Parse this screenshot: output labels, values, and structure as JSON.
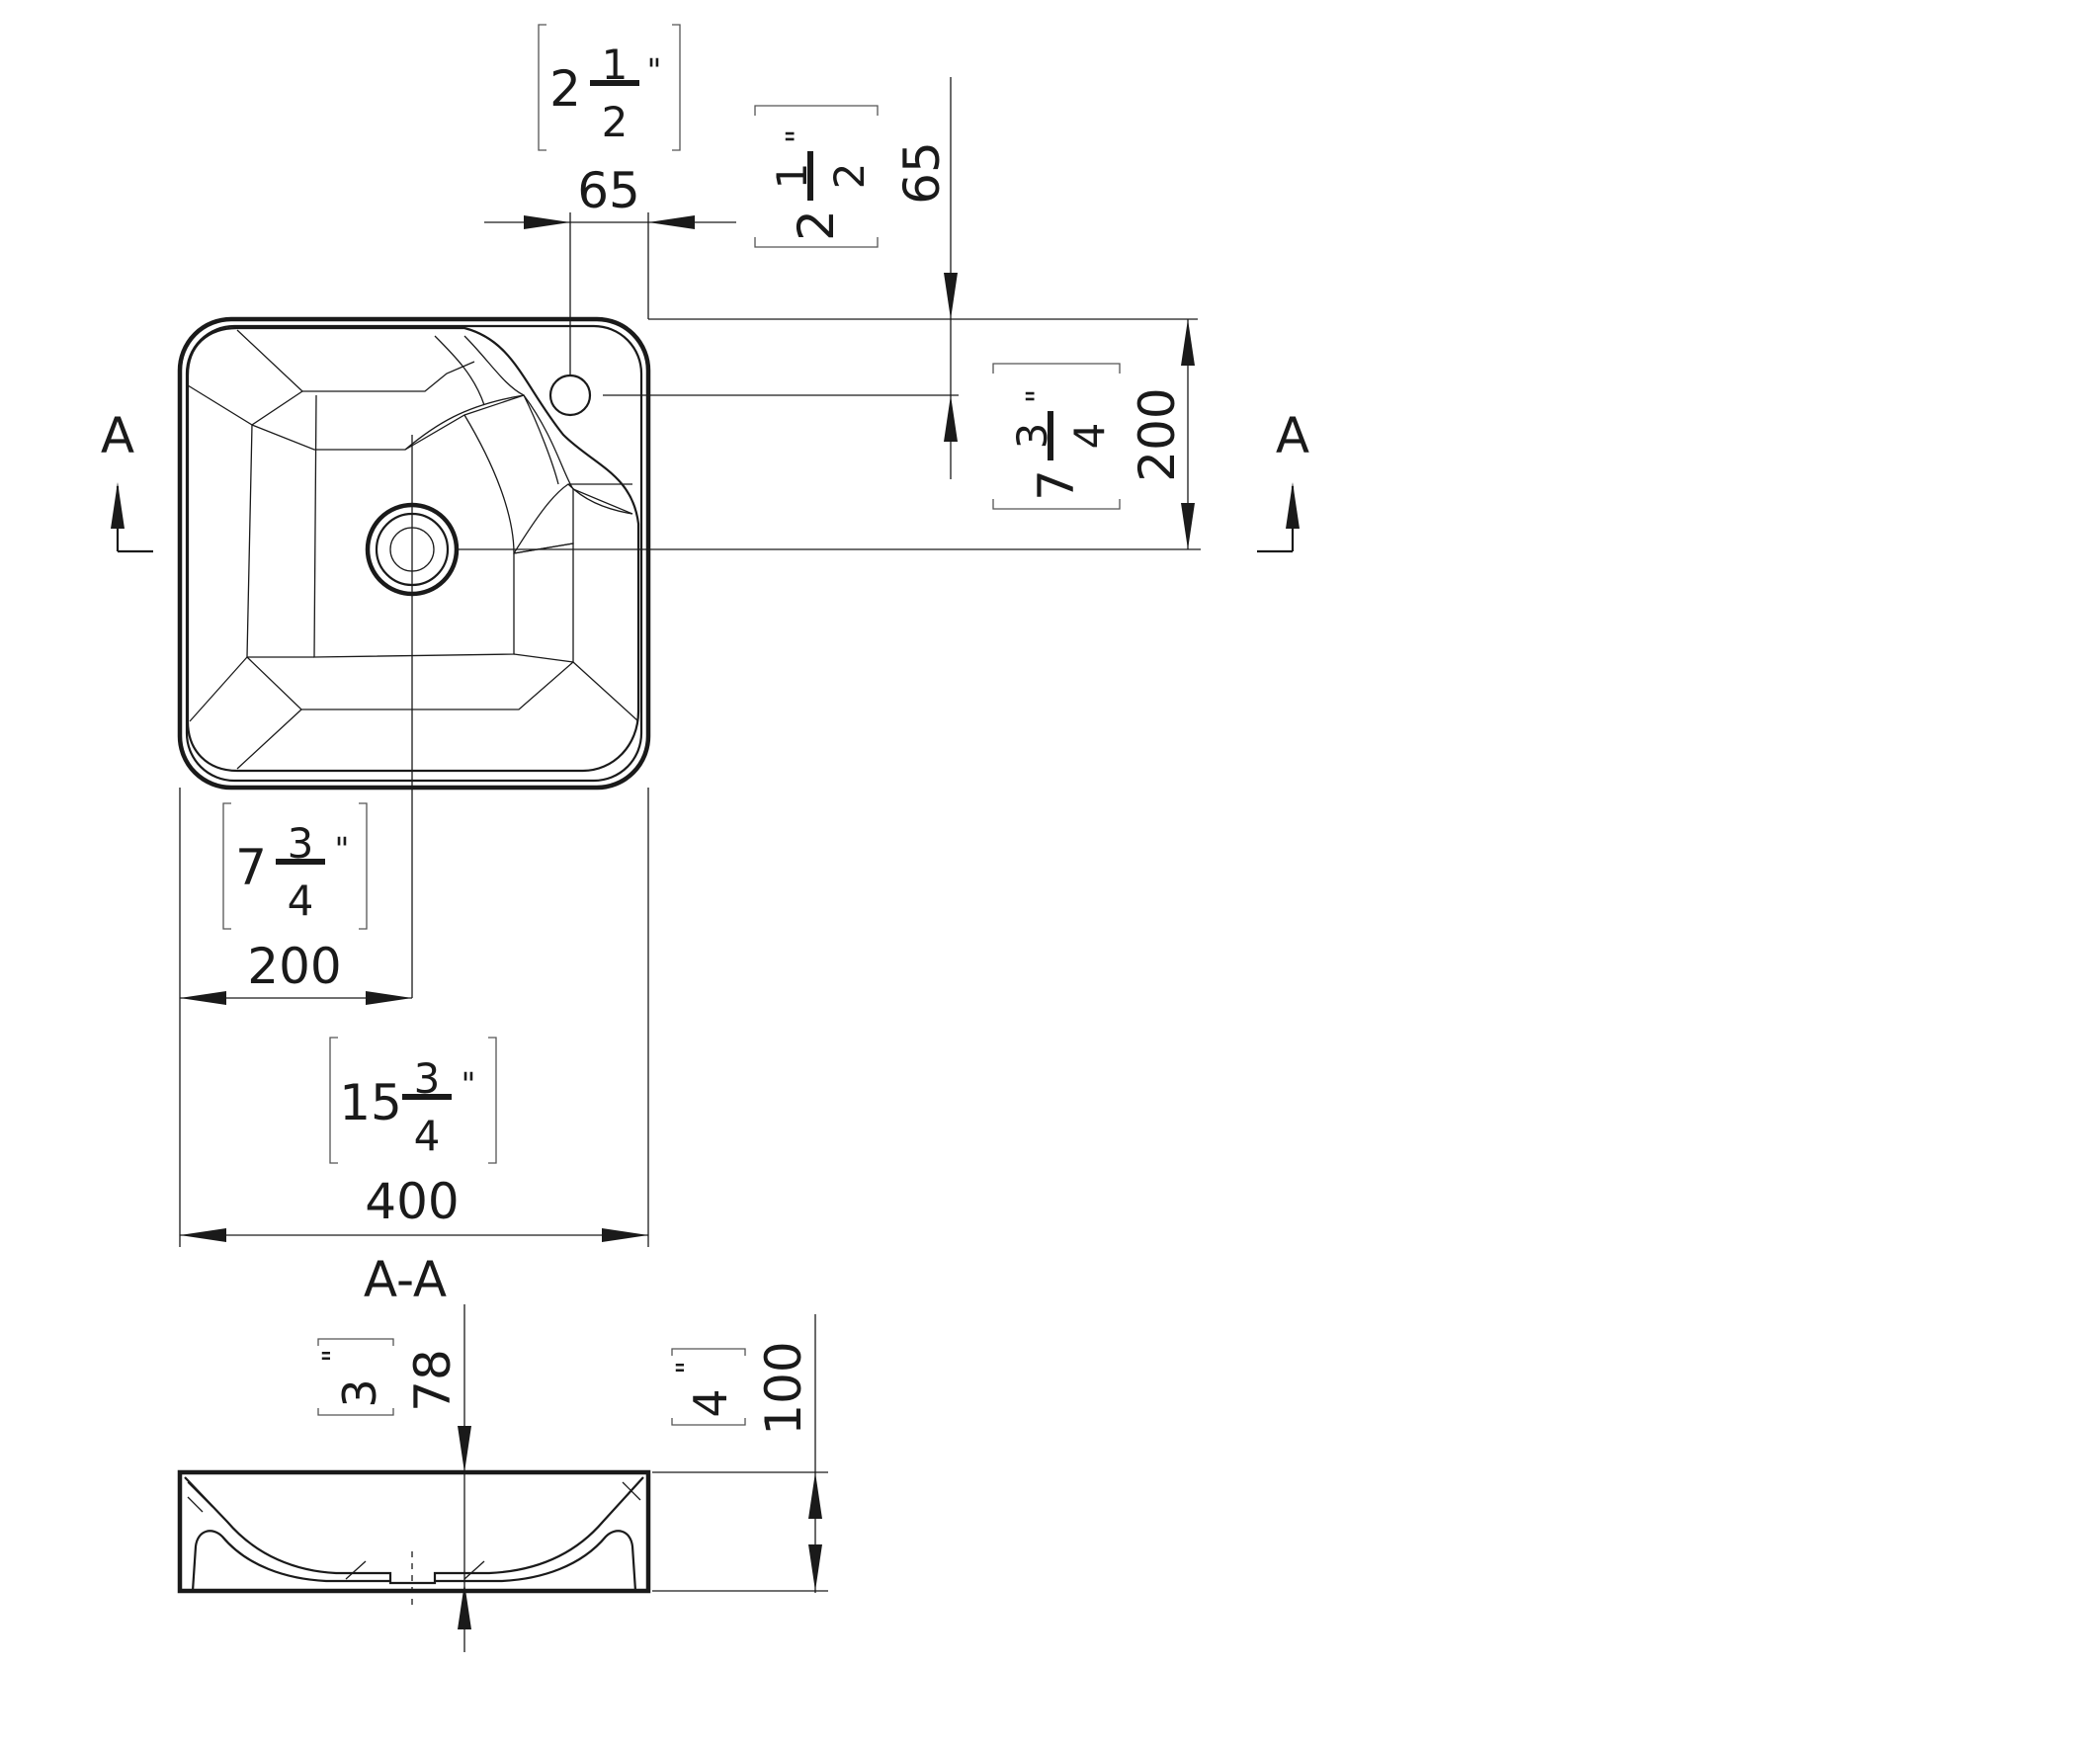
{
  "top_view": {
    "width_mm": "400",
    "width_in_whole": "15",
    "width_in_num": "3",
    "width_in_den": "4",
    "half_width_mm": "200",
    "half_width_in_whole": "7",
    "half_width_in_num": "3",
    "half_width_in_den": "4",
    "tap_offset_x_mm": "65",
    "tap_offset_x_in_whole": "2",
    "tap_offset_x_in_num": "1",
    "tap_offset_x_in_den": "2",
    "tap_offset_y_mm": "65",
    "tap_offset_y_in_whole": "2",
    "tap_offset_y_in_num": "1",
    "tap_offset_y_in_den": "2",
    "half_depth_mm": "200",
    "half_depth_in_whole": "7",
    "half_depth_in_num": "3",
    "half_depth_in_den": "4",
    "inch_mark": "\"",
    "section_marker_left": "A",
    "section_marker_right": "A"
  },
  "section_view": {
    "title": "A-A",
    "drain_depth_mm": "78",
    "drain_depth_in": "3",
    "height_mm": "100",
    "height_in": "4",
    "inch_mark": "\""
  }
}
